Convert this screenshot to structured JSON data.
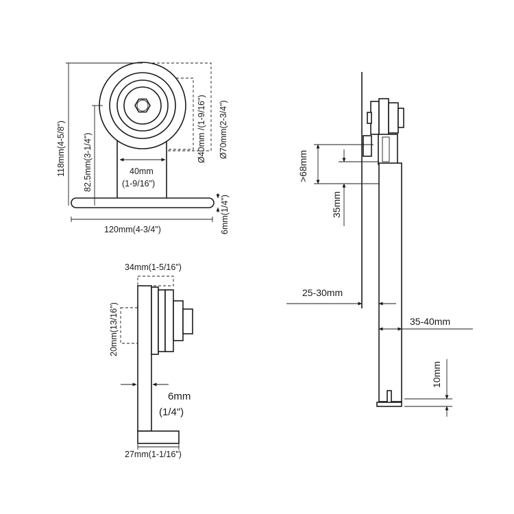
{
  "front_view": {
    "height_total": "118mm(4-5/8\")",
    "height_center": "82.5mm(3-1/4\")",
    "stem_width_mm": "40mm",
    "stem_width_in": "(1-9/16\")",
    "inner_diameter": "Ø40mm /(1-9/16\")",
    "outer_diameter": "Ø70mm(2-3/4\")",
    "base_thickness": "6mm(1/4\")",
    "base_width": "120mm(4-3/4\")"
  },
  "side_view": {
    "wheel_width": "34mm(1-5/16\")",
    "hub_height": "20mm(13/16\")",
    "plate_mm": "6mm",
    "plate_in": "(1/4\")",
    "foot_width": "27mm(1-1/16\")"
  },
  "install_view": {
    "clearance_top": ">68mm",
    "offset": "35mm",
    "wall_gap": "25-30mm",
    "door_thickness": "35-40mm",
    "floor_gap": "10mm"
  }
}
